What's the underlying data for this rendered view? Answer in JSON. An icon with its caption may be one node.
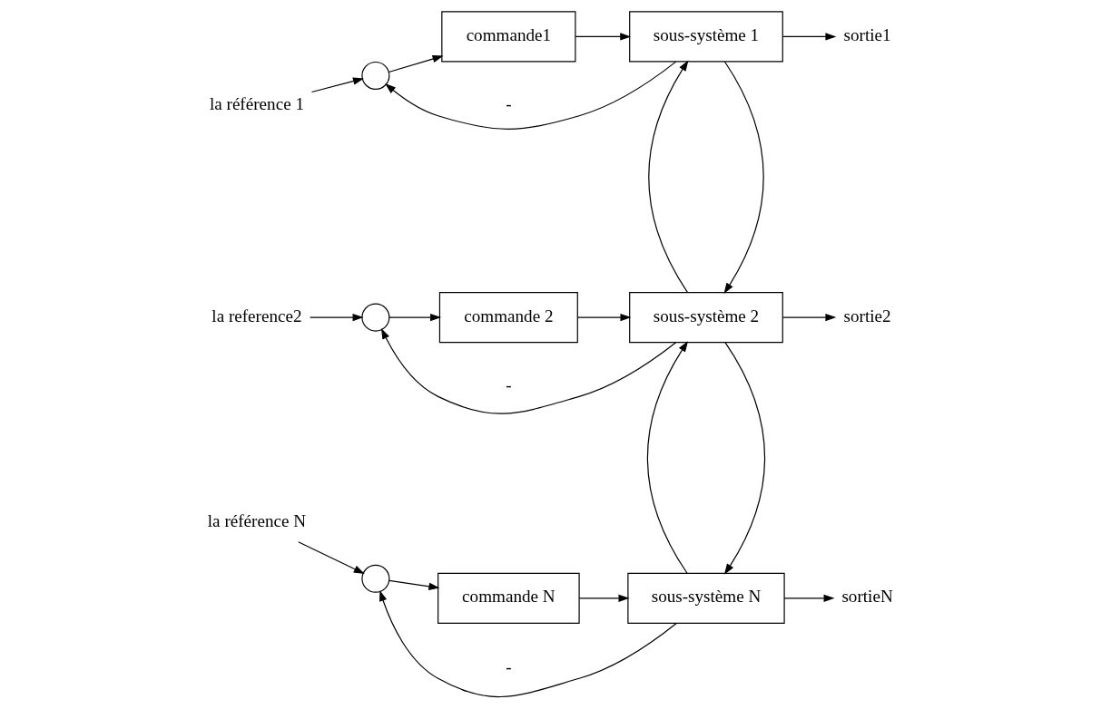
{
  "diagram": {
    "nodes": [
      {
        "text": [
          "la référence 1"
        ]
      },
      {
        "text": [],
        "shape": "circle"
      },
      {
        "text": [
          "commande1"
        ]
      },
      {
        "text": [
          "sous-système 1"
        ]
      },
      {
        "text": [
          "sortie1"
        ]
      },
      {
        "text": [
          "la reference2"
        ]
      },
      {
        "text": [],
        "shape": "circle"
      },
      {
        "text": [
          "commande 2"
        ]
      },
      {
        "text": [
          "sous-système 2"
        ]
      },
      {
        "text": [
          "sortie2"
        ]
      },
      {
        "text": [
          "la référence N"
        ]
      },
      {
        "text": [],
        "shape": "circle"
      },
      {
        "text": [
          "commande N"
        ]
      },
      {
        "text": [
          "sous-système N"
        ]
      },
      {
        "text": [
          "sortieN"
        ]
      }
    ],
    "edges": [
      {
        "from": 0,
        "to": 1,
        "arrow": "to"
      },
      {
        "from": 1,
        "to": 2,
        "arrow": "to"
      },
      {
        "from": 2,
        "to": 3,
        "arrow": "to"
      },
      {
        "from": 3,
        "to": 4,
        "arrow": "to"
      },
      {
        "from": 3,
        "to": 1,
        "arrow": "to",
        "label": "-"
      },
      {
        "from": 3,
        "to": 8,
        "arrow": "to"
      },
      {
        "from": 8,
        "to": 3,
        "arrow": "to"
      },
      {
        "from": 5,
        "to": 6,
        "arrow": "to"
      },
      {
        "from": 6,
        "to": 7,
        "arrow": "to"
      },
      {
        "from": 7,
        "to": 8,
        "arrow": "to"
      },
      {
        "from": 8,
        "to": 9,
        "arrow": "to"
      },
      {
        "from": 8,
        "to": 6,
        "arrow": "to",
        "label": "-"
      },
      {
        "from": 8,
        "to": 13,
        "arrow": "to"
      },
      {
        "from": 13,
        "to": 8,
        "arrow": "to"
      },
      {
        "from": 10,
        "to": 11,
        "arrow": "to"
      },
      {
        "from": 11,
        "to": 12,
        "arrow": "to"
      },
      {
        "from": 12,
        "to": 13,
        "arrow": "to"
      },
      {
        "from": 13,
        "to": 14,
        "arrow": "to"
      },
      {
        "from": 13,
        "to": 11,
        "arrow": "to",
        "label": "-"
      }
    ]
  }
}
